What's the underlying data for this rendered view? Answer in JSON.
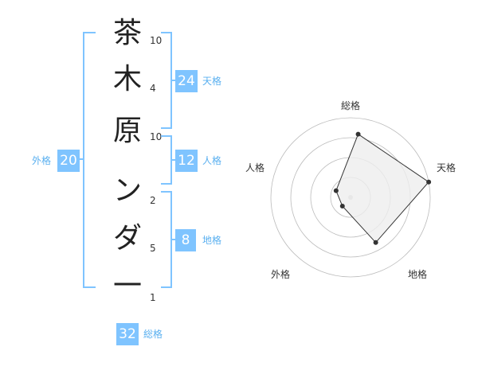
{
  "name": {
    "chars": [
      "茶",
      "木",
      "原",
      "ン",
      "ダ",
      "一"
    ],
    "strokes": [
      "10",
      "4",
      "10",
      "2",
      "5",
      "1"
    ]
  },
  "fortune": {
    "tenkaku": {
      "label": "天格",
      "value": "24"
    },
    "jinkaku": {
      "label": "人格",
      "value": "12"
    },
    "chikaku": {
      "label": "地格",
      "value": "8"
    },
    "gaikaku": {
      "label": "外格",
      "value": "20"
    },
    "soukaku": {
      "label": "総格",
      "value": "32"
    }
  },
  "radar": {
    "axes": [
      "総格",
      "天格",
      "地格",
      "外格",
      "人格"
    ],
    "values": [
      0.8,
      1.0,
      0.65,
      0.15,
      0.2
    ],
    "rings": 4,
    "fill": "#eeeeee",
    "line": "#333333",
    "grid": "#bbbbbb"
  },
  "colors": {
    "accent": "#7fc4ff",
    "accent_text": "#5ab0f0"
  }
}
